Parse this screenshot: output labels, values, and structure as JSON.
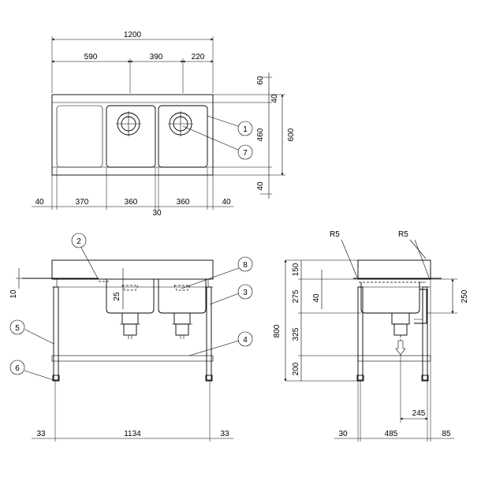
{
  "top_view": {
    "total_width": "1200",
    "offsets": [
      "590",
      "390",
      "220"
    ],
    "bottom_dims": [
      "40",
      "370",
      "360",
      "360",
      "40"
    ],
    "gap": "30",
    "right_dims": [
      "60",
      "40",
      "460",
      "40"
    ],
    "depth": "600"
  },
  "front_view": {
    "backsplash": "10",
    "basin_depth": "25",
    "bottom_dims": [
      "33",
      "1134",
      "33"
    ]
  },
  "side_view": {
    "radius_left": "R5",
    "radius_right": "R5",
    "left_dims": [
      "150",
      "275",
      "325",
      "200"
    ],
    "inner_dim": "40",
    "total_height": "800",
    "right_dim": "250",
    "drain_offset": "245",
    "bottom_dims": [
      "30",
      "485",
      "85"
    ]
  },
  "callouts": [
    "1",
    "2",
    "3",
    "4",
    "5",
    "6",
    "7",
    "8"
  ]
}
